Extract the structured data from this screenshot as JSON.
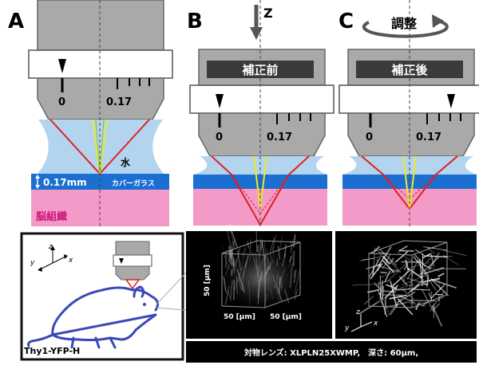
{
  "panels": {
    "a": {
      "letter": "A",
      "scale_zero": "0",
      "scale_value": "0.17",
      "water_label": "水",
      "thickness_label": "0.17mm",
      "coverglass_label": "カバーガラス",
      "tissue_label": "脳組織"
    },
    "b": {
      "letter": "B",
      "axis_label": "Z",
      "status_label": "補正前",
      "scale_zero": "0",
      "scale_value": "0.17"
    },
    "c": {
      "letter": "C",
      "adjust_label": "調整",
      "status_label": "補正後",
      "scale_zero": "0",
      "scale_value": "0.17"
    }
  },
  "mouse_panel": {
    "axis_z": "z",
    "axis_y": "y",
    "axis_x": "x",
    "strain_label": "Thy1-YFP-H"
  },
  "volume_b": {
    "y_label": "50 [μm]",
    "x_label": "50 [μm]",
    "depth_label": "50 [μm]"
  },
  "volume_c": {
    "axis_z": "z",
    "axis_y": "y",
    "axis_x": "x"
  },
  "caption": "対物レンズ: XLPLN25XWMP,　深さ: 60μm,",
  "colors": {
    "objective_body": "#a9a9a9",
    "collar": "#ffffff",
    "water": "#b3d4ee",
    "coverglass": "#1a6fd1",
    "tissue": "#f49ac8",
    "ray_red": "#e02020",
    "ray_yellow": "#ece82a",
    "mouse_outline": "#3a48b8",
    "dark_panel": "#000000"
  }
}
